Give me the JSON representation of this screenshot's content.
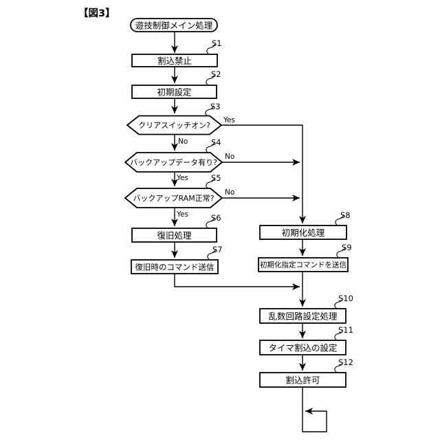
{
  "figure_label": "【図3】",
  "diagram": {
    "type": "flowchart",
    "terminal": {
      "label": "遊技制御メイン処理"
    },
    "steps": {
      "s1": {
        "id": "S1",
        "label": "割込禁止",
        "shape": "process"
      },
      "s2": {
        "id": "S2",
        "label": "初期設定",
        "shape": "process"
      },
      "s3": {
        "id": "S3",
        "label": "クリアスイッチオン?",
        "shape": "decision",
        "branch_right": "Yes",
        "branch_down": "No"
      },
      "s4": {
        "id": "S4",
        "label": "バックアップデータ有り?",
        "shape": "decision",
        "branch_right": "No",
        "branch_down": "Yes"
      },
      "s5": {
        "id": "S5",
        "label": "バックアップRAM正常?",
        "shape": "decision",
        "branch_right": "No",
        "branch_down": "Yes"
      },
      "s6": {
        "id": "S6",
        "label": "復旧処理",
        "shape": "process"
      },
      "s7": {
        "id": "S7",
        "label": "復旧時のコマンド送信",
        "shape": "process"
      },
      "s8": {
        "id": "S8",
        "label": "初期化処理",
        "shape": "process"
      },
      "s9": {
        "id": "S9",
        "label": "初期化指定コマンドを送信",
        "shape": "process"
      },
      "s10": {
        "id": "S10",
        "label": "乱数回路設定処理",
        "shape": "process"
      },
      "s11": {
        "id": "S11",
        "label": "タイマ割込の設定",
        "shape": "process"
      },
      "s12": {
        "id": "S12",
        "label": "割込許可",
        "shape": "process"
      }
    },
    "edges": [
      {
        "from": "start",
        "to": "S1"
      },
      {
        "from": "S1",
        "to": "S2"
      },
      {
        "from": "S2",
        "to": "S3"
      },
      {
        "from": "S3",
        "to": "S4",
        "label": "No"
      },
      {
        "from": "S3",
        "to": "S8",
        "label": "Yes"
      },
      {
        "from": "S4",
        "to": "S5",
        "label": "Yes"
      },
      {
        "from": "S4",
        "to": "S8",
        "label": "No"
      },
      {
        "from": "S5",
        "to": "S6",
        "label": "Yes"
      },
      {
        "from": "S5",
        "to": "S8",
        "label": "No"
      },
      {
        "from": "S6",
        "to": "S7"
      },
      {
        "from": "S7",
        "to": "S10"
      },
      {
        "from": "S8",
        "to": "S9"
      },
      {
        "from": "S9",
        "to": "S10"
      },
      {
        "from": "S10",
        "to": "S11"
      },
      {
        "from": "S11",
        "to": "S12"
      },
      {
        "from": "S12",
        "to": "S12",
        "label": "loop"
      }
    ]
  }
}
